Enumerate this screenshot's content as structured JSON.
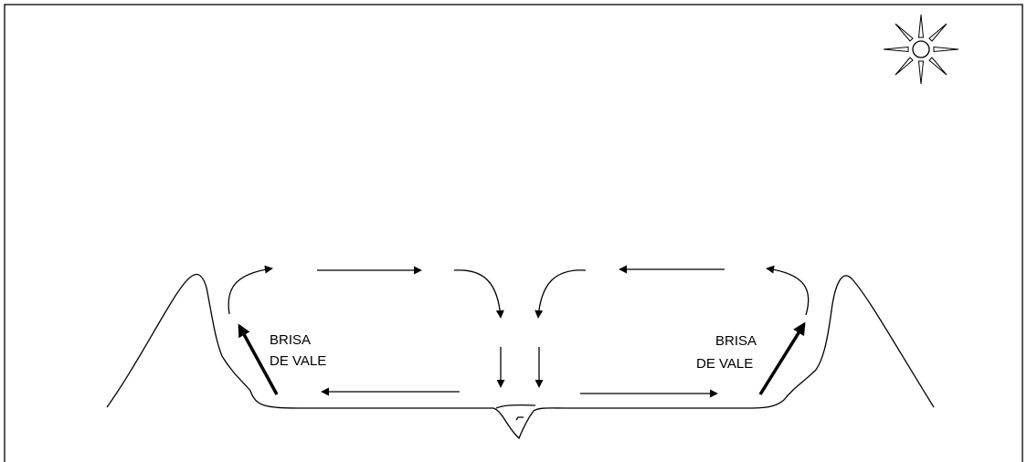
{
  "labels": {
    "left_line1": "BRISA",
    "left_line2": "DE VALE",
    "right_line1": "BRISA",
    "right_line2": "DE VALE"
  },
  "icons": {
    "sun": "sun-icon"
  },
  "colors": {
    "stroke": "#000000",
    "background": "#ffffff"
  }
}
